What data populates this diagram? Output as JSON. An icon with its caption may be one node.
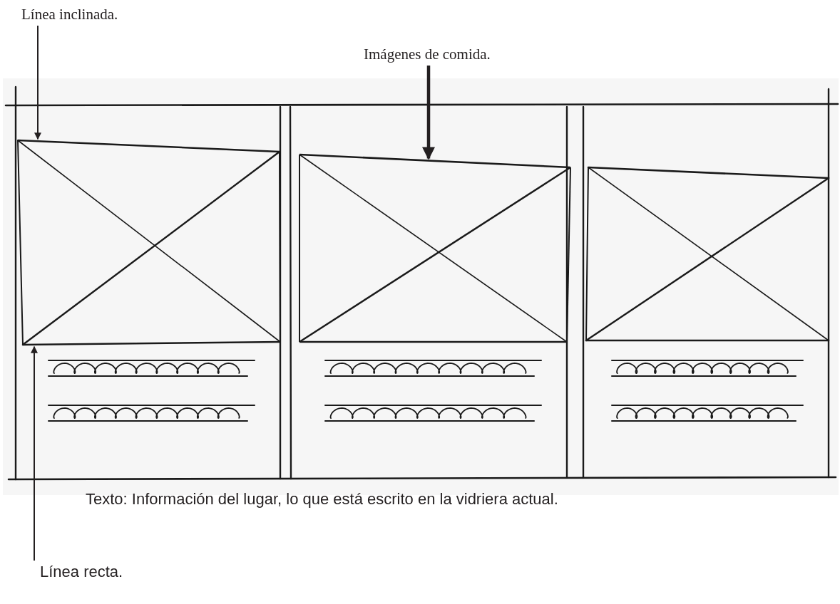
{
  "diagram": {
    "nodes": [
      {
        "text": [
          "Línea inclinada."
        ]
      },
      {
        "text": [
          "Imágenes de comida."
        ]
      },
      {
        "text": [
          "Línea recta."
        ]
      },
      {
        "text": [],
        "shape": "line"
      },
      {
        "text": [],
        "shape": "picture"
      },
      {
        "text": [],
        "shape": "line"
      }
    ],
    "edges": [
      {
        "from": 0,
        "to": 3,
        "arrow": "to"
      },
      {
        "from": 1,
        "to": 4,
        "arrow": "to",
        "style": "thick"
      },
      {
        "from": 2,
        "to": 5,
        "arrow": "to"
      }
    ],
    "labels": [
      "Texto: Información del lugar, lo que está escrito en la vidriera actual."
    ]
  }
}
